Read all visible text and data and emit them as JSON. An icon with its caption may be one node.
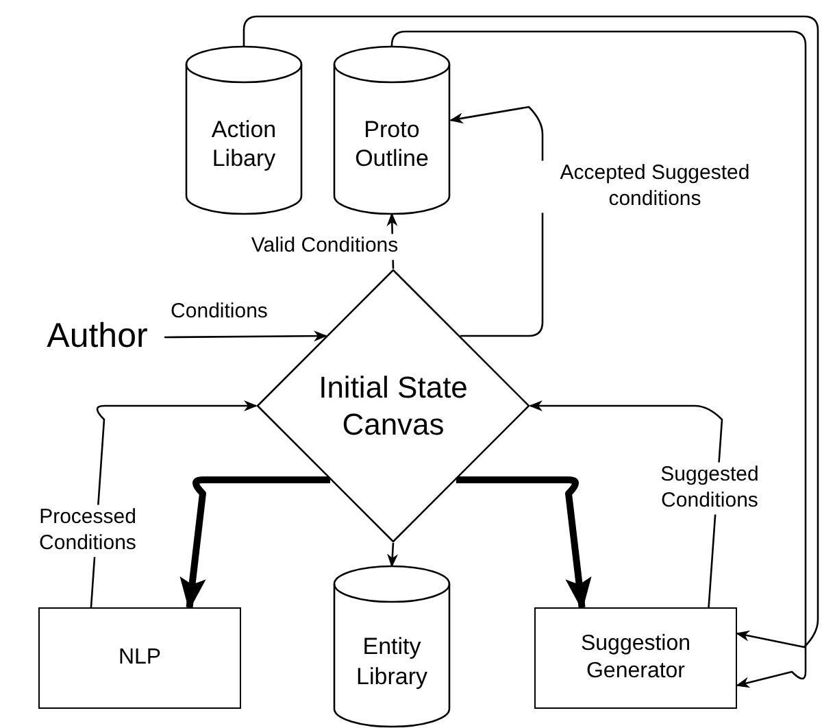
{
  "diagram": {
    "nodes": [
      {
        "text": [
          "Action Libary"
        ]
      },
      {
        "text": [
          "Proto Outline"
        ]
      },
      {
        "text": [
          "Author"
        ]
      },
      {
        "text": [
          "Initial State Canvas"
        ]
      },
      {
        "text": [
          "NLP"
        ]
      },
      {
        "text": [
          "Entity Library"
        ]
      },
      {
        "text": [
          "Suggestion Generator"
        ]
      }
    ],
    "edges": [
      {
        "from": 0,
        "to": 6,
        "arrow": "to"
      },
      {
        "from": 1,
        "to": 6,
        "arrow": "to"
      },
      {
        "from": 2,
        "to": 3,
        "arrow": "to",
        "label": "Conditions"
      },
      {
        "from": 3,
        "to": 1,
        "arrow": "to",
        "label": "Valid Conditions"
      },
      {
        "from": 3,
        "to": 1,
        "arrow": "to",
        "label": "Accepted Suggested conditions"
      },
      {
        "from": 4,
        "to": 3,
        "arrow": "to",
        "label": "Processed Conditions"
      },
      {
        "from": 6,
        "to": 3,
        "arrow": "to",
        "label": "Suggested Conditions"
      },
      {
        "from": 3,
        "to": 4,
        "arrow": "to",
        "style": "thick"
      },
      {
        "from": 3,
        "to": 6,
        "arrow": "to",
        "style": "thick"
      },
      {
        "from": 3,
        "to": 5,
        "arrow": "to"
      }
    ]
  }
}
